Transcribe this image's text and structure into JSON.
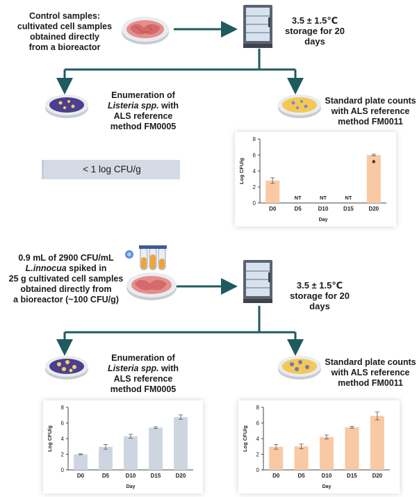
{
  "section1": {
    "control_label": [
      "Control samples:",
      "cultivated cell samples",
      "obtained directly",
      "from a bioreactor"
    ],
    "storage_temp": "3.5  ± 1.5℃",
    "storage_duration": "storage for 20 days",
    "enum_line1": "Enumeration of",
    "enum_genus": "Listeria spp.",
    "enum_with": " with",
    "enum_line3": "ALS reference",
    "enum_line4": "method FM0005",
    "spc_line1": "Standard plate counts",
    "spc_line2": "with ALS reference",
    "spc_line3": "method FM0011",
    "result_banner": "< 1 log CFU/g"
  },
  "section2": {
    "spike_line1": "0.9 mL of 2900 CFU/mL",
    "spike_species": "L.innocua",
    "spike_line2_rest": " spiked in",
    "spike_line3": "25 g cultivated cell samples",
    "spike_line4": "obtained directly from",
    "spike_line5": "a bioreactor (~100 CFU/g)",
    "storage_temp": "3.5  ± 1.5℃",
    "storage_duration": "storage for 20 days",
    "enum_line1": "Enumeration of",
    "enum_genus": "Listeria spp.",
    "enum_with": " with",
    "enum_line3": "ALS reference",
    "enum_line4": "method FM0005",
    "spc_line1": "Standard plate counts",
    "spc_line2": "with ALS reference",
    "spc_line3": "method FM0011"
  },
  "colors": {
    "arrow": "#1e5b5e",
    "bar_peach": "#f9c9a4",
    "bar_blue": "#cdd5e0",
    "banner": "#d4dbe4"
  },
  "chart_data": [
    {
      "type": "bar",
      "categories": [
        "D0",
        "D5",
        "D10",
        "D15",
        "D20"
      ],
      "values": [
        2.8,
        null,
        null,
        null,
        6.0
      ],
      "errors": [
        0.35,
        0,
        0,
        0,
        0.1
      ],
      "bar_labels": [
        "",
        "NT",
        "NT",
        "NT",
        "*"
      ],
      "xlabel": "Day",
      "ylabel": "Log CFU/g",
      "ylim": [
        0,
        8
      ],
      "yticks": [
        0,
        2,
        4,
        6,
        8
      ],
      "color": "#f9c9a4"
    },
    {
      "type": "bar",
      "categories": [
        "D0",
        "D5",
        "D10",
        "D15",
        "D20"
      ],
      "values": [
        2.0,
        2.95,
        4.3,
        5.4,
        6.75
      ],
      "errors": [
        0.05,
        0.3,
        0.25,
        0.12,
        0.28
      ],
      "bar_labels": [
        "",
        "",
        "",
        "",
        ""
      ],
      "xlabel": "Day",
      "ylabel": "Log CFU/g",
      "ylim": [
        0,
        8
      ],
      "yticks": [
        0,
        2,
        4,
        6,
        8
      ],
      "color": "#cdd5e0"
    },
    {
      "type": "bar",
      "categories": [
        "D0",
        "D5",
        "D10",
        "D15",
        "D20"
      ],
      "values": [
        2.95,
        3.0,
        4.2,
        5.45,
        6.9
      ],
      "errors": [
        0.3,
        0.3,
        0.25,
        0.12,
        0.5
      ],
      "bar_labels": [
        "",
        "",
        "",
        "",
        ""
      ],
      "xlabel": "Day",
      "ylabel": "Log CFU/g",
      "ylim": [
        0,
        8
      ],
      "yticks": [
        0,
        2,
        4,
        6,
        8
      ],
      "color": "#f9c9a4"
    }
  ]
}
